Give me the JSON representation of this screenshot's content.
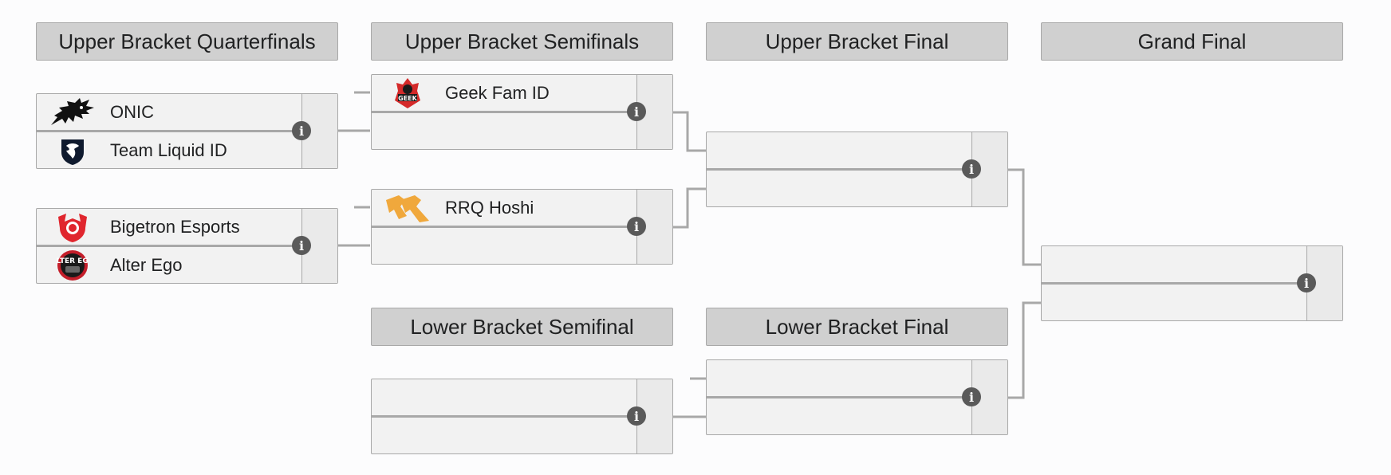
{
  "rounds": {
    "ub_qf": "Upper Bracket Quarterfinals",
    "ub_sf": "Upper Bracket Semifinals",
    "ub_f": "Upper Bracket Final",
    "gf": "Grand Final",
    "lb_sf": "Lower Bracket Semifinal",
    "lb_f": "Lower Bracket Final"
  },
  "matches": {
    "qf1": {
      "top": "ONIC",
      "bottom": "Team Liquid ID"
    },
    "qf2": {
      "top": "Bigetron Esports",
      "bottom": "Alter Ego"
    },
    "sf1": {
      "top": "Geek Fam ID",
      "bottom": ""
    },
    "sf2": {
      "top": "RRQ Hoshi",
      "bottom": ""
    },
    "ubf": {
      "top": "",
      "bottom": ""
    },
    "gf": {
      "top": "",
      "bottom": ""
    },
    "lbsf": {
      "top": "",
      "bottom": ""
    },
    "lbf": {
      "top": "",
      "bottom": ""
    }
  },
  "icons": {
    "info": "info-icon",
    "onic": "onic-logo",
    "liquid": "team-liquid-logo",
    "bigetron": "bigetron-logo",
    "alterego": "alter-ego-logo",
    "geekfam": "geek-fam-logo",
    "rrq": "rrq-logo"
  },
  "info_glyph": "i",
  "logo_text": {
    "geekfam": "GEEK",
    "alterego": "ALTER EGO"
  },
  "colors": {
    "header_bg": "#d0d0d0",
    "match_bg": "#f2f2f2",
    "border": "#a8a8a8",
    "connector": "#a8a8a8",
    "info_bg": "#5a5a5a",
    "rrq_orange": "#f0a83c",
    "bigetron_red": "#e0262e",
    "geekfam_red": "#d42a2a"
  }
}
